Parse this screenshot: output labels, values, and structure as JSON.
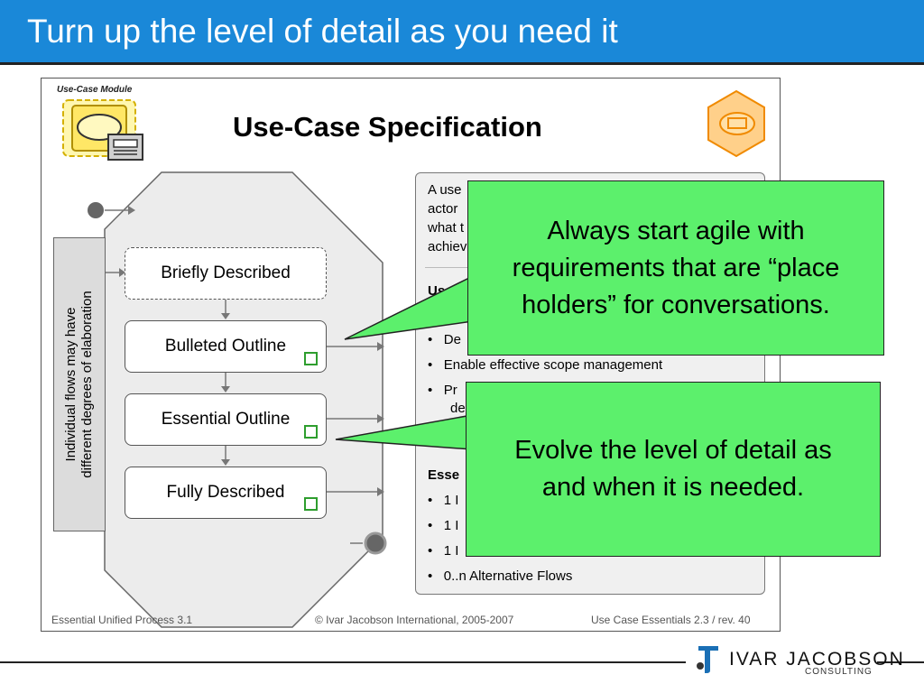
{
  "header": {
    "title": "Turn up the level of detail as you need it"
  },
  "slide": {
    "module_label": "Use-Case Module",
    "spec_title": "Use-Case Specification",
    "vertical_note": {
      "line1": "Individual flows may have",
      "line2": "different degrees of elaboration"
    },
    "stages": [
      {
        "label": "Briefly Described"
      },
      {
        "label": "Bulleted Outline"
      },
      {
        "label": "Essential Outline"
      },
      {
        "label": "Fully Described"
      }
    ],
    "panel": {
      "intro_lines": [
        "A use",
        "actor",
        "what t",
        "achiev"
      ],
      "heading1": "Use",
      "bullets1": [
        "De",
        "Enable effective scope management",
        "Pr",
        "de"
      ],
      "heading2": "Esse",
      "bullets2": [
        "1 I",
        "1 I",
        "1 I",
        "0..n Alternative Flows"
      ]
    },
    "footer": {
      "left": "Essential Unified Process 3.1",
      "center": "© Ivar Jacobson International, 2005-2007",
      "right": "Use Case Essentials 2.3 / rev. 40"
    }
  },
  "callouts": [
    {
      "text": "Always start agile with requirements that are “place holders” for conversations."
    },
    {
      "text": "Evolve the level of detail as and when it is needed."
    }
  ],
  "brand": {
    "name": "IVAR JACOBSON",
    "sub": "CONSULTING"
  },
  "colors": {
    "title_bar": "#1a88d8",
    "callout": "#5cf06c",
    "checkbox": "#2e9e2e",
    "module_icon": "#f5a623",
    "brand_logo": "#1a6fb5"
  }
}
